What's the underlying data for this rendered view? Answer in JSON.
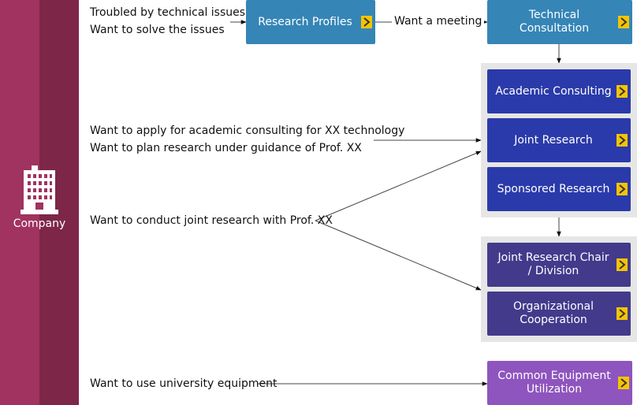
{
  "company": {
    "label": "Company",
    "icon": "office-building-icon"
  },
  "needs": {
    "technical": [
      "Troubled by technical issues",
      "Want to solve the issues"
    ],
    "academic": [
      "Want to apply for academic consulting for XX technology",
      "Want to plan research under guidance of Prof. XX"
    ],
    "joint": [
      "Want to conduct joint research with Prof. XX"
    ],
    "equipment": [
      "Want to use university equipment"
    ]
  },
  "meeting_label": "Want a meeting",
  "services": {
    "research_profiles": "Research Profiles",
    "technical_consultation": "Technical Consultation",
    "academic_consulting": "Academic Consulting",
    "joint_research": "Joint Research",
    "sponsored_research": "Sponsored Research",
    "joint_research_chair": "Joint Research Chair / Division",
    "organizational_cooperation": "Organizational Cooperation",
    "common_equipment": "Common Equipment Utilization"
  },
  "colors": {
    "band_light": "#a0335f",
    "band_dark": "#7d2648",
    "teal": "#3585b6",
    "blue": "#2b3aaa",
    "indigo": "#433a8c",
    "purple": "#8e55be",
    "chevron": "#f5c400"
  }
}
